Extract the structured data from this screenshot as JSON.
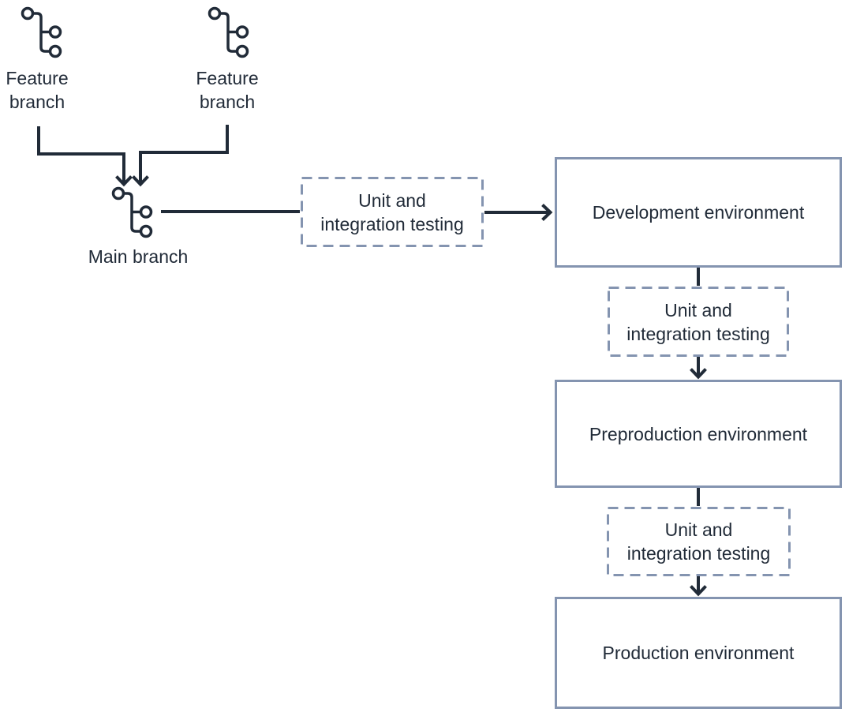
{
  "diagram": {
    "description": "CI/CD branching and deployment pipeline",
    "colors": {
      "background": "#ffffff",
      "line": "#212b38",
      "text": "#212b38",
      "box_border": "#8494b0"
    },
    "nodes": {
      "feature_branch_1": {
        "label": "Feature\nbranch",
        "kind": "git-branch-icon"
      },
      "feature_branch_2": {
        "label": "Feature\nbranch",
        "kind": "git-branch-icon"
      },
      "main_branch": {
        "label": "Main branch",
        "kind": "git-branch-icon"
      },
      "testing_1": {
        "label": "Unit and\nintegration testing",
        "kind": "dashed-box"
      },
      "testing_2": {
        "label": "Unit and\nintegration testing",
        "kind": "dashed-box"
      },
      "testing_3": {
        "label": "Unit and\nintegration testing",
        "kind": "dashed-box"
      },
      "development": {
        "label": "Development environment",
        "kind": "solid-box"
      },
      "preproduction": {
        "label": "Preproduction environment",
        "kind": "solid-box"
      },
      "production": {
        "label": "Production environment",
        "kind": "solid-box"
      }
    },
    "edges": [
      {
        "from": "feature_branch_1",
        "to": "main_branch",
        "type": "arrow"
      },
      {
        "from": "feature_branch_2",
        "to": "main_branch",
        "type": "arrow"
      },
      {
        "from": "main_branch",
        "to": "testing_1",
        "type": "line"
      },
      {
        "from": "testing_1",
        "to": "development",
        "type": "arrow"
      },
      {
        "from": "development",
        "to": "testing_2",
        "type": "line"
      },
      {
        "from": "testing_2",
        "to": "preproduction",
        "type": "arrow"
      },
      {
        "from": "preproduction",
        "to": "testing_3",
        "type": "line"
      },
      {
        "from": "testing_3",
        "to": "production",
        "type": "arrow"
      }
    ]
  }
}
